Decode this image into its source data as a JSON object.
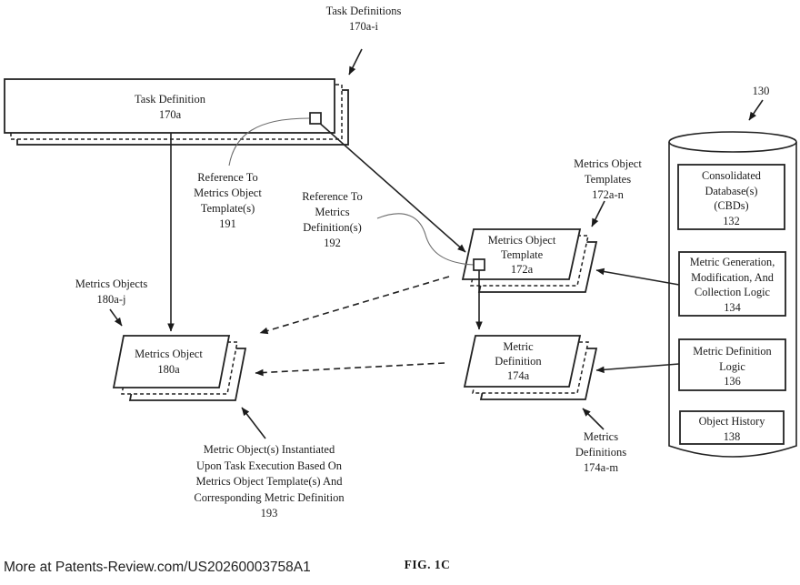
{
  "colors": {
    "bg": "#ffffff",
    "ink": "#1a1a1a",
    "line": "#222222",
    "leader": "#6b6b6b"
  },
  "stacks": {
    "task_definition": {
      "text": [
        "Task Definition",
        "170a"
      ]
    },
    "metrics_object": {
      "text": [
        "Metrics Object",
        "180a"
      ]
    },
    "metrics_object_template": {
      "text": [
        "Metrics Object",
        "Template",
        "172a"
      ]
    },
    "metric_definition": {
      "text": [
        "Metric",
        "Definition",
        "174a"
      ]
    }
  },
  "labels": {
    "task_definitions": [
      "Task Definitions",
      "170a-i"
    ],
    "ref_template": [
      "Reference To",
      "Metrics Object",
      "Template(s)",
      "191"
    ],
    "ref_definition": [
      "Reference To",
      "Metrics",
      "Definition(s)",
      "192"
    ],
    "metrics_objects": [
      "Metrics Objects",
      "180a-j"
    ],
    "metrics_object_templates": [
      "Metrics Object",
      "Templates",
      "172a-n"
    ],
    "metrics_definitions": [
      "Metrics",
      "Definitions",
      "174a-m"
    ],
    "instantiation_note": [
      "Metric Object(s) Instantiated",
      "Upon Task Execution Based On",
      "Metrics Object Template(s) And",
      "Corresponding Metric Definition",
      "193"
    ],
    "cbd_ref": "130"
  },
  "cylinder": {
    "boxes": [
      {
        "text": [
          "Consolidated",
          "Database(s)",
          "(CBDs)",
          "132"
        ]
      },
      {
        "text": [
          "Metric Generation,",
          "Modification, And",
          "Collection Logic",
          "134"
        ]
      },
      {
        "text": [
          "Metric Definition",
          "Logic",
          "136"
        ]
      },
      {
        "text": [
          "Object History",
          "138"
        ]
      }
    ]
  },
  "footer": {
    "figure": "FIG. 1C",
    "watermark": "More at Patents-Review.com/US20260003758A1"
  }
}
